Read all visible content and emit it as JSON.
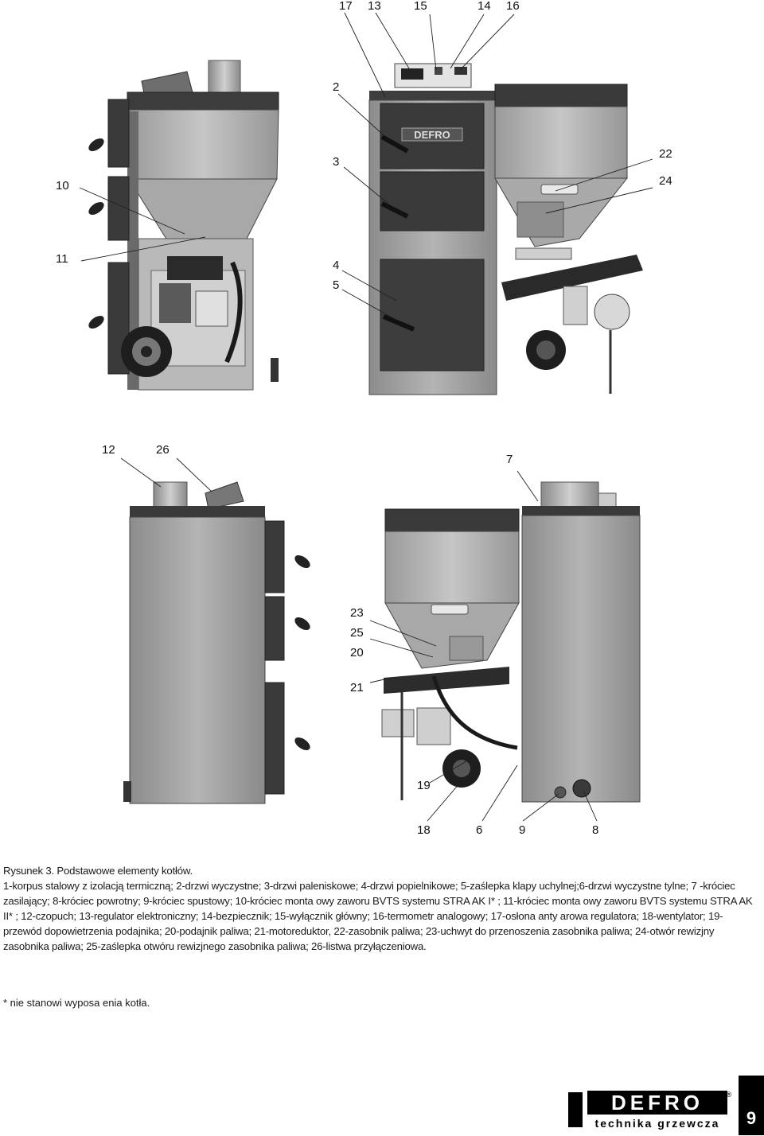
{
  "labels": {
    "l17": "17",
    "l13": "13",
    "l15": "15",
    "l14": "14",
    "l16": "16",
    "l2": "2",
    "l3": "3",
    "l22": "22",
    "l24": "24",
    "l10": "10",
    "l11": "11",
    "l4": "4",
    "l5": "5",
    "l12": "12",
    "l26": "26",
    "l7": "7",
    "l23": "23",
    "l25": "25",
    "l20": "20",
    "l21": "21",
    "l19": "19",
    "l18": "18",
    "l6": "6",
    "l9": "9",
    "l8": "8"
  },
  "brand_plate": "DEFRO",
  "caption": {
    "title": "Rysunek 3. Podstawowe elementy kotłów.",
    "body": "1-korpus stalowy z izolacją termiczną; 2-drzwi wyczystne; 3-drzwi paleniskowe; 4-drzwi popielnikowe; 5-zaślepka klapy uchylnej;6-drzwi wyczystne tylne; 7 -króciec zasilający; 8-króciec powrotny; 9-króciec spustowy; 10-króciec monta owy zaworu BVTS systemu STRA AK I* ; 11-króciec monta owy zaworu BVTS systemu STRA AK II* ; 12-czopuch; 13-regulator elektroniczny; 14-bezpiecznik; 15-wyłącznik główny; 16-termometr analogowy; 17-osłona anty arowa regulatora; 18-wentylator; 19-przewód dopowietrzenia podajnika; 20-podajnik paliwa; 21-motoreduktor, 22-zasobnik paliwa; 23-uchwyt do przenoszenia zasobnika paliwa; 24-otwór rewizjny zasobnika paliwa; 25-zaślepka otwóru rewizjnego zasobnika paliwa; 26-listwa przyłączeniowa."
  },
  "note": "* nie stanowi wyposa enia kotła.",
  "logo": {
    "name": "DEFRO",
    "tagline": "technika grzewcza",
    "registered": "®"
  },
  "page_number": "9"
}
